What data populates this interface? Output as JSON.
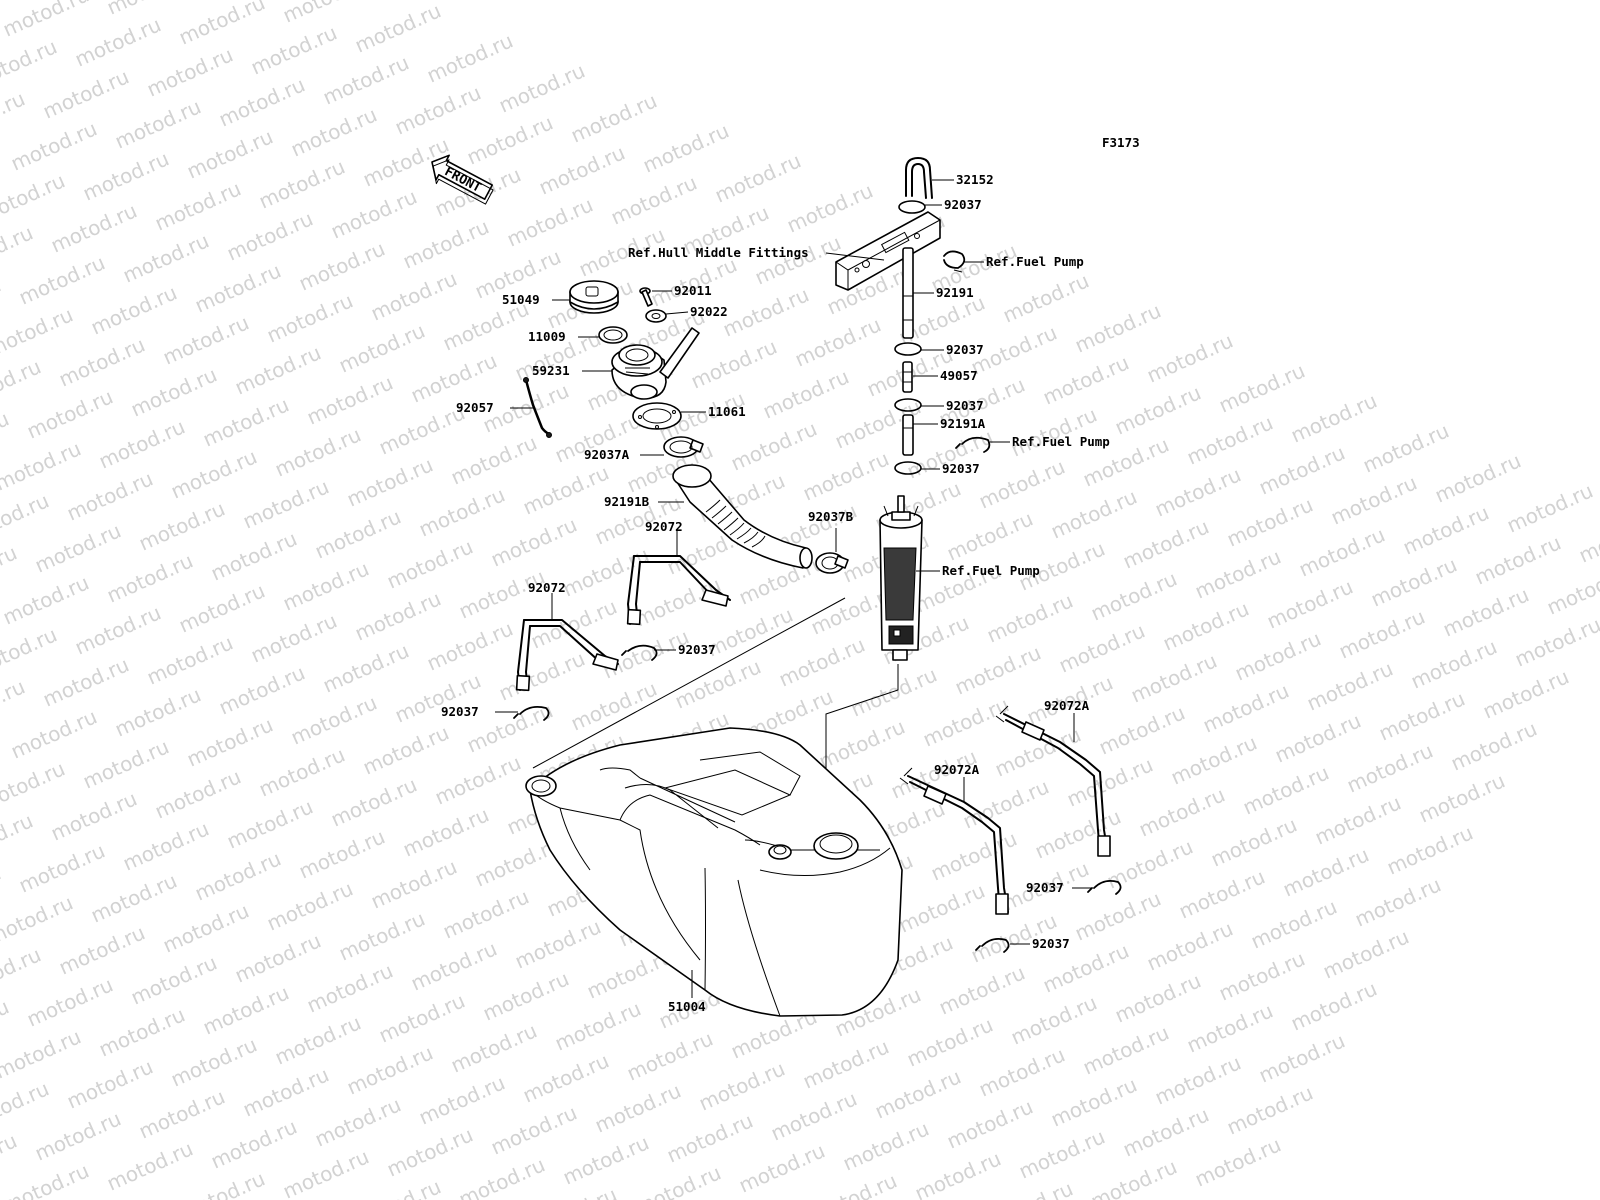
{
  "figure_code": "F3173",
  "front_label": "FRONT",
  "watermark_text": "motod.ru",
  "parts": {
    "cap": "51049",
    "bolt": "92011",
    "washer": "92022",
    "o_ring": "11009",
    "filler_neck": "59231",
    "strap_cord": "92057",
    "gasket": "11061",
    "clamp_a": "92037A",
    "hose_b": "92191B",
    "clamp_b": "92037B",
    "band_upper": "92072",
    "band_lower": "92072",
    "clamp_band_upper": "92037",
    "clamp_band_lower": "92037",
    "tank": "51004",
    "vent_hose": "32152",
    "clamp_1": "92037",
    "hose": "92191",
    "clamp_2": "92037",
    "pipe": "49057",
    "clamp_3": "92037",
    "hose_a": "92191A",
    "clamp_4": "92037",
    "band_a_left": "92072A",
    "band_a_right": "92072A",
    "clamp_right_band": "92037",
    "clamp_left_band": "92037"
  },
  "references": {
    "hull_middle_fittings": "Ref.Hull Middle Fittings",
    "fuel_pump_1": "Ref.Fuel Pump",
    "fuel_pump_2": "Ref.Fuel Pump",
    "fuel_pump_3": "Ref.Fuel Pump"
  }
}
